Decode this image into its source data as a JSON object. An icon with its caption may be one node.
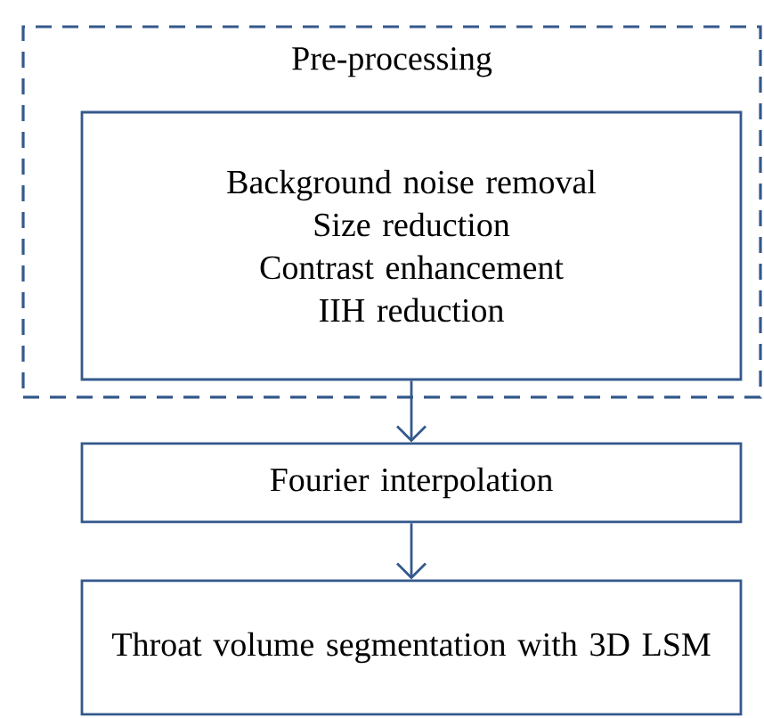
{
  "diagram": {
    "nodes": [
      {
        "text": [
          "Pre-processing"
        ]
      },
      {
        "text": [
          "Background noise removal",
          "Size reduction",
          "Contrast enhancement",
          "IIH reduction"
        ],
        "in": 0
      },
      {
        "text": [
          "Fourier interpolation"
        ]
      },
      {
        "text": [
          "Throat volume segmentation with 3D LSM"
        ]
      }
    ],
    "edges": [
      {
        "from": 1,
        "to": 2,
        "arrow": "to"
      },
      {
        "from": 2,
        "to": 3,
        "arrow": "to"
      }
    ]
  }
}
